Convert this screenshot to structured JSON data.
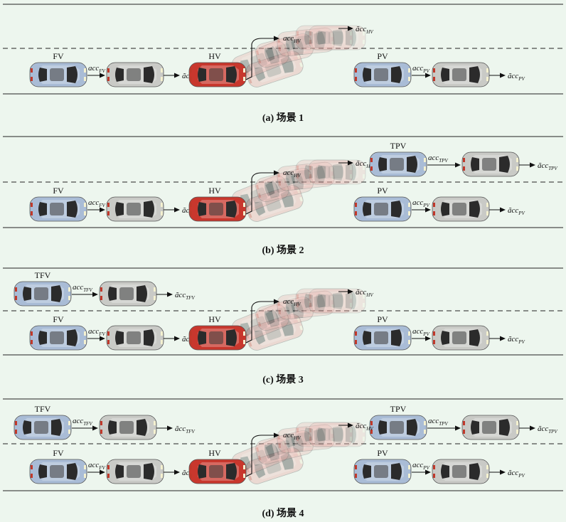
{
  "colors": {
    "background": "#edf6ee",
    "lane_line": "#222222",
    "blue_car": "#a9bcd6",
    "gray_car": "#c9cac6",
    "red_car": "#c8372d",
    "ghost_red": "#e8a5a0"
  },
  "scenarios": [
    {
      "caption": "(a)  场景 1",
      "vehicles": [
        {
          "label": "FV",
          "kind": "blue",
          "acc": "acc",
          "acc_sub": "FV",
          "pred": "ãcc",
          "pred_sub": "FV"
        },
        {
          "label": "HV",
          "kind": "red",
          "acc": "acc",
          "acc_sub": "HV",
          "pred": "ãcc",
          "pred_sub": "HV"
        },
        {
          "label": "PV",
          "kind": "blue",
          "acc": "acc",
          "acc_sub": "PV",
          "pred": "ãcc",
          "pred_sub": "PV"
        }
      ]
    },
    {
      "caption": "(b)  场景 2",
      "vehicles": [
        {
          "label": "FV",
          "kind": "blue",
          "acc": "acc",
          "acc_sub": "FV",
          "pred": "ãcc",
          "pred_sub": "FV"
        },
        {
          "label": "HV",
          "kind": "red",
          "acc": "acc",
          "acc_sub": "HV",
          "pred": "ãcc",
          "pred_sub": "HV"
        },
        {
          "label": "PV",
          "kind": "blue",
          "acc": "acc",
          "acc_sub": "PV",
          "pred": "ãcc",
          "pred_sub": "PV"
        },
        {
          "label": "TPV",
          "kind": "blue",
          "acc": "acc",
          "acc_sub": "TPV",
          "pred": "ãcc",
          "pred_sub": "TPV"
        }
      ]
    },
    {
      "caption": "(c)  场景 3",
      "vehicles": [
        {
          "label": "TFV",
          "kind": "blue",
          "acc": "acc",
          "acc_sub": "TFV",
          "pred": "ãcc",
          "pred_sub": "TFV"
        },
        {
          "label": "FV",
          "kind": "blue",
          "acc": "acc",
          "acc_sub": "FV",
          "pred": "ãcc",
          "pred_sub": "FV"
        },
        {
          "label": "HV",
          "kind": "red",
          "acc": "acc",
          "acc_sub": "HV",
          "pred": "ãcc",
          "pred_sub": "HV"
        },
        {
          "label": "PV",
          "kind": "blue",
          "acc": "acc",
          "acc_sub": "PV",
          "pred": "ãcc",
          "pred_sub": "PV"
        }
      ]
    },
    {
      "caption": "(d)  场景 4",
      "vehicles": [
        {
          "label": "TFV",
          "kind": "blue",
          "acc": "acc",
          "acc_sub": "TFV",
          "pred": "ãcc",
          "pred_sub": "TFV"
        },
        {
          "label": "TPV",
          "kind": "blue",
          "acc": "acc",
          "acc_sub": "TPV",
          "pred": "ãcc",
          "pred_sub": "TPV"
        },
        {
          "label": "FV",
          "kind": "blue",
          "acc": "acc",
          "acc_sub": "FV",
          "pred": "ãcc",
          "pred_sub": "FV"
        },
        {
          "label": "HV",
          "kind": "red",
          "acc": "acc",
          "acc_sub": "HV",
          "pred": "ãcc",
          "pred_sub": "HV"
        },
        {
          "label": "PV",
          "kind": "blue",
          "acc": "acc",
          "acc_sub": "PV",
          "pred": "ãcc",
          "pred_sub": "PV"
        }
      ]
    }
  ]
}
